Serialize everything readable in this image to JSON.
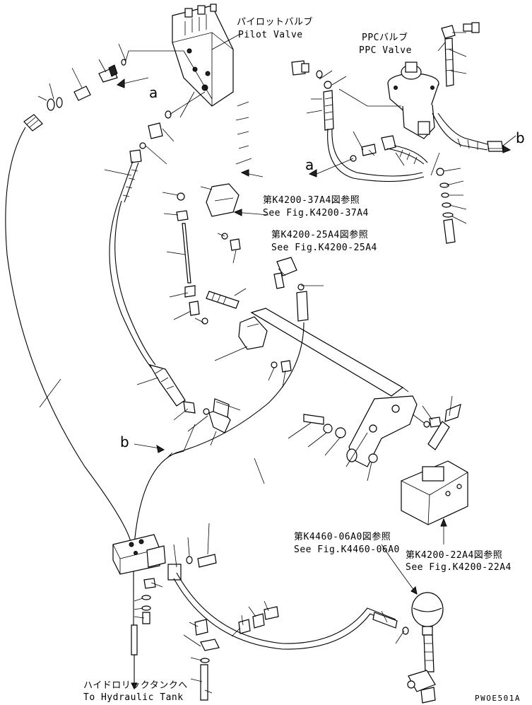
{
  "labels": {
    "pilot_valve_jp": "パイロットバルブ",
    "pilot_valve_en": "Pilot Valve",
    "ppc_valve_jp": "PPCバルブ",
    "ppc_valve_en": "PPC Valve",
    "ref_37a4_jp": "第K4200-37A4図参照",
    "ref_37a4_en": "See Fig.K4200-37A4",
    "ref_25a4_jp": "第K4200-25A4図参照",
    "ref_25a4_en": "See Fig.K4200-25A4",
    "ref_06a0_jp": "第K4460-06A0図参照",
    "ref_06a0_en": "See Fig.K4460-06A0",
    "ref_22a4_jp": "第K4200-22A4図参照",
    "ref_22a4_en": "See Fig.K4200-22A4",
    "tank_jp": "ハイドロリックタンクへ",
    "tank_en": "To Hydraulic Tank",
    "marker_a1": "a",
    "marker_a2": "a",
    "marker_b1": "b",
    "marker_b2": "b",
    "drawing_code": "PWOE501A"
  }
}
